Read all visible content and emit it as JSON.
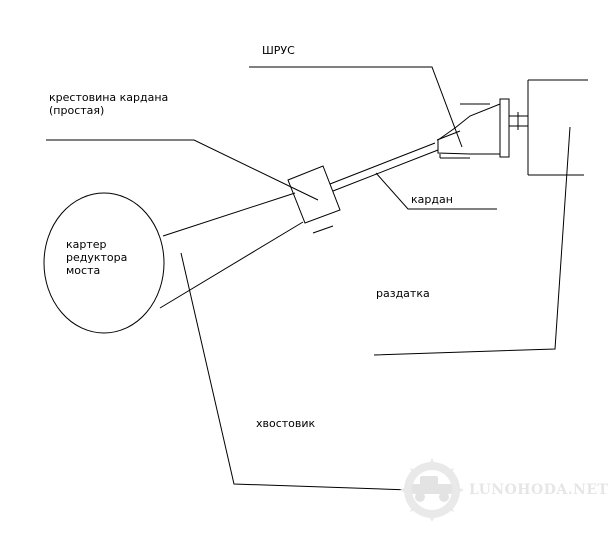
{
  "labels": {
    "shrus": "ШРУС",
    "krestovina_line1": "крестовина кардана",
    "krestovina_line2": "(простая)",
    "kardan": "кардан",
    "karter_line1": "картер",
    "karter_line2": "редуктора",
    "karter_line3": "моста",
    "razdatka": "раздатка",
    "khvostovik": "хвостовик"
  },
  "watermark": {
    "text": "LUNOHODA.NET",
    "icon": "off-road-truck-emblem-icon"
  },
  "colors": {
    "background": "#ffffff",
    "line": "#000000",
    "watermark": "#e6e6e6"
  }
}
